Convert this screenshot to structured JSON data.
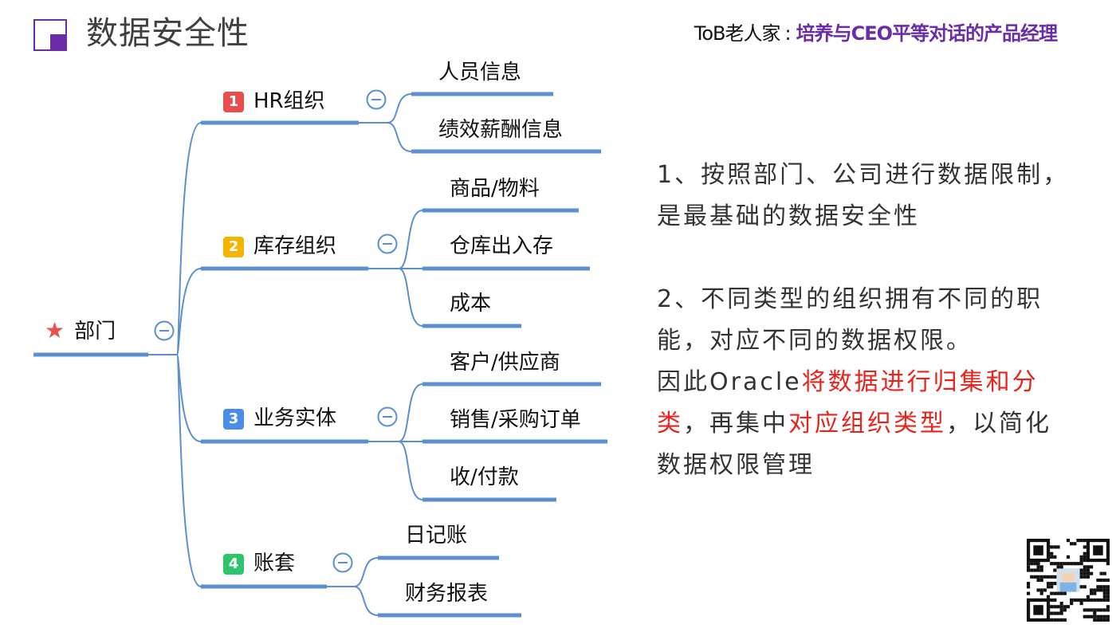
{
  "header": {
    "title": "数据安全性",
    "brand_name": "ToB老人家",
    "brand_sep": ":",
    "brand_slogan": "培养与CEO平等对话的产品经理"
  },
  "mindmap": {
    "root": {
      "label": "部门",
      "icon": "star-icon"
    },
    "branches": [
      {
        "badge": "1",
        "badge_color": "#e84e4e",
        "label": "HR组织",
        "children": [
          "人员信息",
          "绩效薪酬信息"
        ]
      },
      {
        "badge": "2",
        "badge_color": "#f5b400",
        "label": "库存组织",
        "children": [
          "商品/物料",
          "仓库出入存",
          "成本"
        ]
      },
      {
        "badge": "3",
        "badge_color": "#4a8ce8",
        "label": "业务实体",
        "children": [
          "客户/供应商",
          "销售/采购订单",
          "收/付款"
        ]
      },
      {
        "badge": "4",
        "badge_color": "#2ec46b",
        "label": "账套",
        "children": [
          "日记账",
          "财务报表"
        ]
      }
    ],
    "line_color": "#5b8fcf"
  },
  "notes": {
    "p1": "1、按照部门、公司进行数据限制，是最基础的数据安全性",
    "p2": "2、不同类型的组织拥有不同的职能，对应不同的数据权限。",
    "p3_a": "因此Oracle",
    "p3_b": "将数据进行归集和分类",
    "p3_c": "，再集中",
    "p3_d": "对应组织类型",
    "p3_e": "，以简化数据权限管理"
  },
  "accent": {
    "purple": "#6a2ca8",
    "red": "#e8231c"
  }
}
